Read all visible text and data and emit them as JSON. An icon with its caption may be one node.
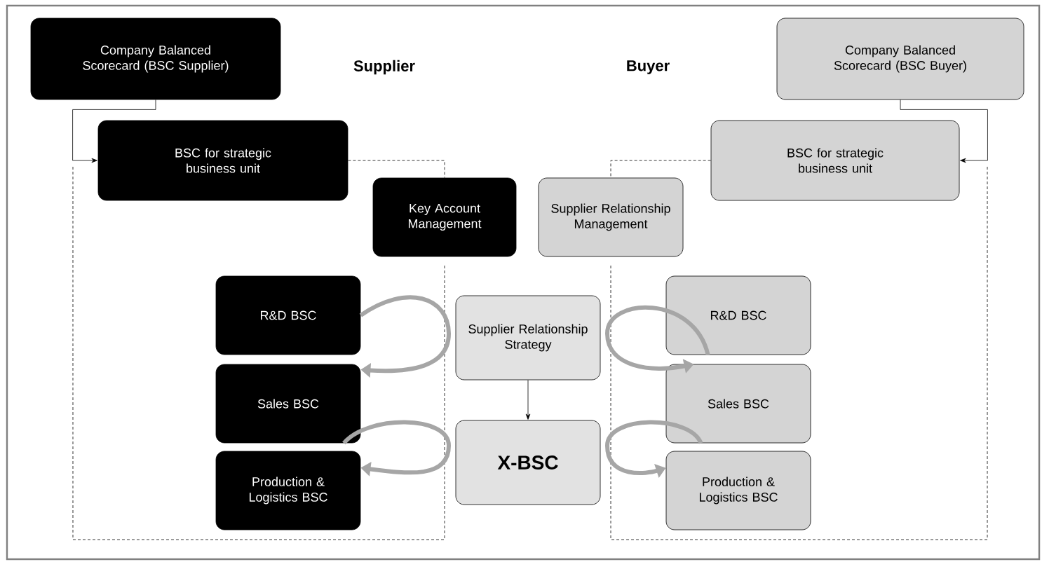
{
  "diagram": {
    "nodes": [
      {
        "text": [
          "Company Balanced Scorecard (BSC Supplier)"
        ]
      },
      {
        "text": [
          "BSC for strategic business unit"
        ]
      },
      {
        "text": [
          "Key Account Management"
        ]
      },
      {
        "text": [
          "Company Balanced Scorecard (BSC Buyer)"
        ]
      },
      {
        "text": [
          "BSC for strategic business unit"
        ]
      },
      {
        "text": [
          "Supplier Relationship Management"
        ]
      },
      {
        "text": [
          "R&D BSC"
        ]
      },
      {
        "text": [
          "Sales BSC"
        ]
      },
      {
        "text": [
          "Production & Logistics BSC"
        ]
      },
      {
        "text": [
          "Supplier Relationship Strategy"
        ]
      },
      {
        "text": [
          "X-BSC"
        ]
      },
      {
        "text": [
          "R&D BSC"
        ]
      },
      {
        "text": [
          "Sales BSC"
        ]
      },
      {
        "text": [
          "Production & Logistics BSC"
        ]
      }
    ],
    "edges": [
      {
        "from": 0,
        "to": 1,
        "arrow": "to"
      },
      {
        "from": 3,
        "to": 4,
        "arrow": "to"
      },
      {
        "from": 1,
        "to": 2,
        "arrow": "none",
        "style": "dashed"
      },
      {
        "from": 4,
        "to": 5,
        "arrow": "none",
        "style": "dashed"
      },
      {
        "from": 9,
        "to": 10,
        "arrow": "to"
      },
      {
        "from": 6,
        "to": 7,
        "arrow": "to",
        "style": "thick",
        "color": "#a6a6a6"
      },
      {
        "from": 11,
        "to": 12,
        "arrow": "to",
        "style": "thick",
        "color": "#a6a6a6"
      },
      {
        "from": 7,
        "to": 8,
        "arrow": "to",
        "style": "thick",
        "color": "#a6a6a6"
      },
      {
        "from": 12,
        "to": 13,
        "arrow": "to",
        "style": "thick",
        "color": "#a6a6a6"
      }
    ],
    "labels": [
      "Supplier",
      "Buyer"
    ]
  }
}
